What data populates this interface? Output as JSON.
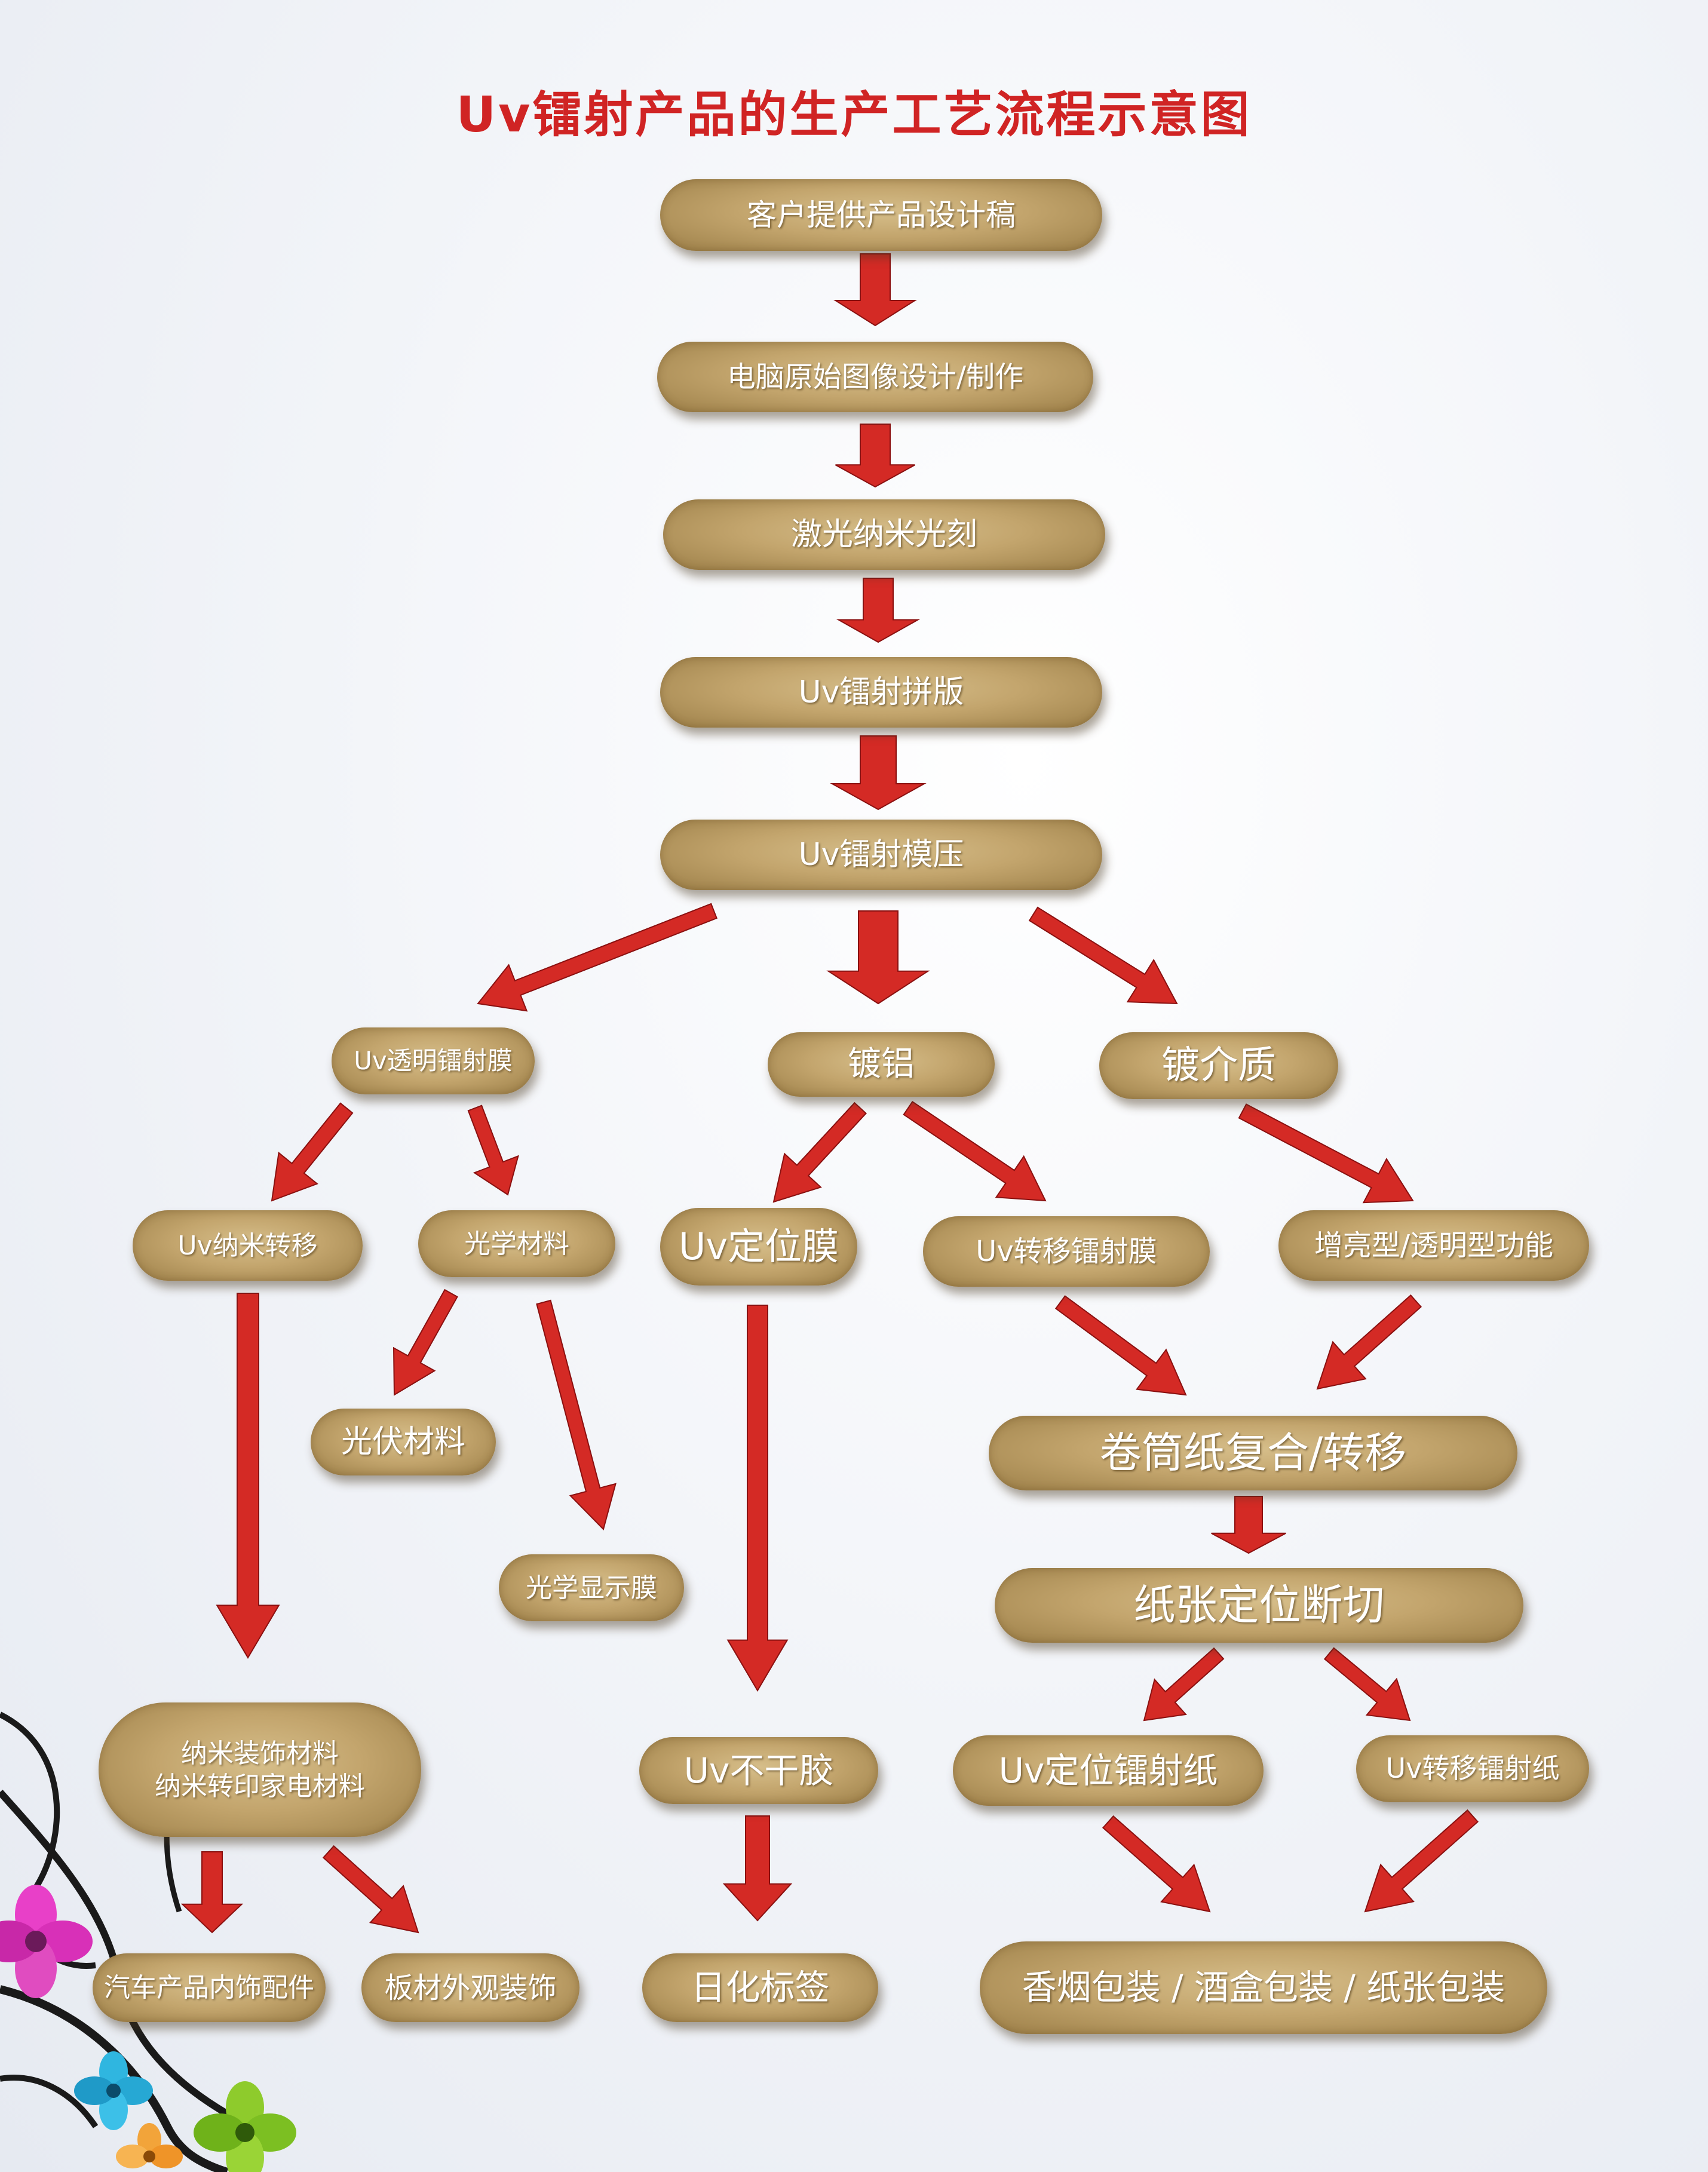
{
  "title": "Uv镭射产品的生产工艺流程示意图",
  "nodes": {
    "customer_design": "客户提供产品设计稿",
    "computer_design": "电脑原始图像设计/制作",
    "laser_nano": "激光纳米光刻",
    "uv_plate": "Uv镭射拼版",
    "uv_emboss": "Uv镭射模压",
    "uv_transparent_film": "Uv透明镭射膜",
    "aluminized": "镀铝",
    "dielectric": "镀介质",
    "uv_nano_transfer": "Uv纳米转移",
    "optical_material": "光学材料",
    "uv_positioning_film": "Uv定位膜",
    "uv_transfer_film": "Uv转移镭射膜",
    "brightening_function": "增亮型/透明型功能",
    "pv_material": "光伏材料",
    "optical_display_film": "光学显示膜",
    "roll_paper_composite": "卷筒纸复合/转移",
    "sheet_cutting": "纸张定位断切",
    "nano_decor_materials": "纳米装饰材料\n纳米转印家电材料",
    "uv_self_adhesive": "Uv不干胶",
    "uv_positioning_paper": "Uv定位镭射纸",
    "uv_transfer_paper": "Uv转移镭射纸",
    "auto_interior": "汽车产品内饰配件",
    "board_decor": "板材外观装饰",
    "daily_label": "日化标签",
    "packaging": "香烟包装 / 酒盒包装  / 纸张包装"
  },
  "colors": {
    "title": "#d02424",
    "arrow": "#d42a25",
    "node_fill": "#c3a56d",
    "node_text": "#ffffff"
  }
}
